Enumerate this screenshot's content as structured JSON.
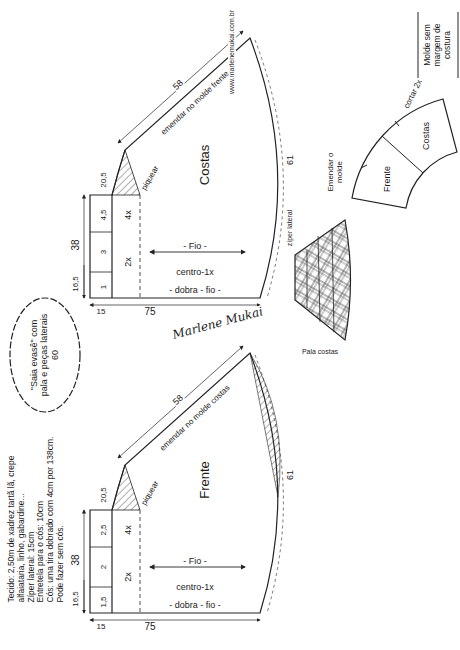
{
  "diagram": {
    "nodes": [
      {
        "text": [
          "Costas"
        ]
      },
      {
        "text": [
          "Frente"
        ]
      },
      {
        "text": [
          "\"Saia evasê\" com pala e peças laterais 60"
        ]
      },
      {
        "text": [
          "Costas",
          "Frente"
        ]
      }
    ],
    "labels": [
      "www.marlenemukai.com.br",
      "Molde sem margem de costura",
      "emendar no molde frente",
      "58",
      "61",
      "20,5",
      "piquear",
      "4,5",
      "4x",
      "3",
      "2x",
      "1",
      "- Fio -",
      "centro-1x",
      "- dobra - fio -",
      "38",
      "16,5",
      "15",
      "75",
      "Marlene Mukai",
      "emendar no molde costas",
      "58",
      "61",
      "20,5",
      "piquear",
      "2,5",
      "4x",
      "2",
      "2x",
      "1,5",
      "- Fio -",
      "centro-1x",
      "- dobra - fio -",
      "38",
      "16,5",
      "15",
      "75",
      "zíper lateral",
      "Pala costas",
      "cortar 2x",
      "Emendar o molde",
      "Tecido: 2,50m de xadrez tartã lã, crepe alfaiataria, linho, gabardine...",
      "Zíper lateral: 15cm",
      "Entretela para o cós: 10cm",
      "Cós: uma tira dobrado com 4cm por 138cm. Pode fazer sem cós."
    ]
  }
}
